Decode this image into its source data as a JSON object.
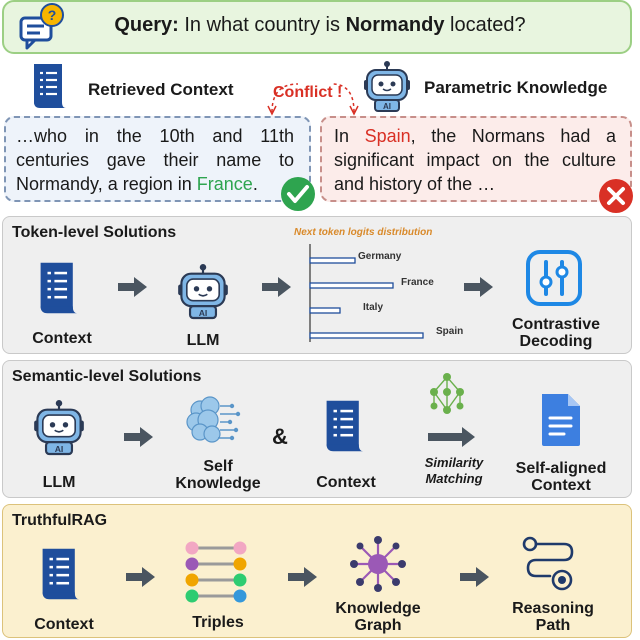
{
  "query": {
    "label": "Query:",
    "text_before": "In what country is",
    "entity": "Normandy",
    "text_after": "located?"
  },
  "retrieved": {
    "title": "Retrieved Context",
    "text_main": "…who in the 10th and 11th centuries gave their name to Normandy, a region in",
    "answer": "France",
    "answer_tail": "."
  },
  "conflict_label": "Conflict !",
  "parametric": {
    "title": "Parametric Knowledge",
    "text_prefix": "In",
    "answer": "Spain",
    "text_rest": ", the Normans had a significant impact on the culture and history of the …"
  },
  "token_level": {
    "title": "Token-level Solutions",
    "context_label": "Context",
    "llm_label": "LLM",
    "logits_title": "Next token logits distribution",
    "output_label": "Contrastive Decoding"
  },
  "chart_data": {
    "type": "bar",
    "title": "Next token logits distribution",
    "categories": [
      "Germany",
      "France",
      "Italy",
      "Spain"
    ],
    "values": [
      0.3,
      0.55,
      0.2,
      0.75
    ],
    "orientation": "horizontal",
    "xlabel": "",
    "ylabel": ""
  },
  "semantic_level": {
    "title": "Semantic-level Solutions",
    "llm_label": "LLM",
    "self_knowledge_label": "Self Knowledge",
    "amp": "&",
    "context_label": "Context",
    "matching_label": "Similarity Matching",
    "output_label": "Self-aligned Context"
  },
  "truthfulrag": {
    "title": "TruthfulRAG",
    "context_label": "Context",
    "triples_label": "Triples",
    "kg_label": "Knowledge Graph",
    "path_label": "Reasoning Path"
  },
  "colors": {
    "doc_blue": "#1f4e9c",
    "green_ok": "#2ea44f",
    "red_bad": "#d93025",
    "orange": "#d98a2b",
    "arrow_gray": "#4a5560",
    "robot_blue": "#7fb6e6"
  }
}
